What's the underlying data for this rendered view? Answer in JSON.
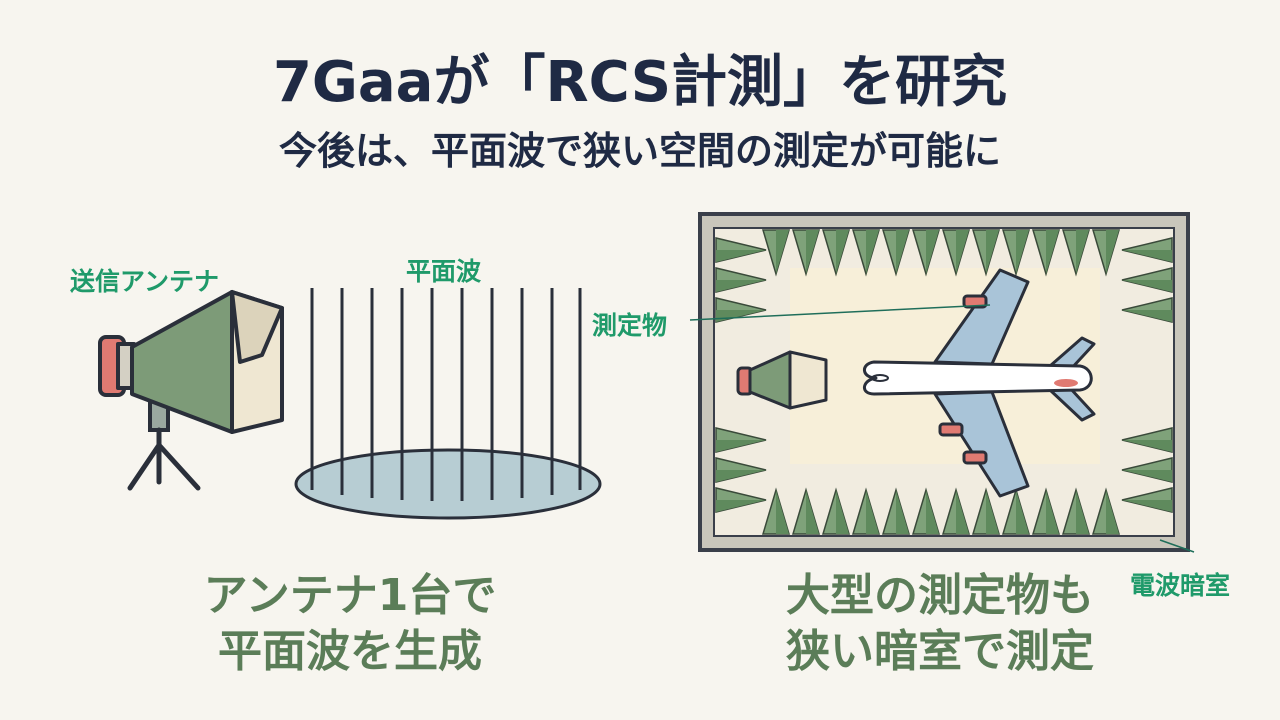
{
  "header": {
    "title": "7Gaaが「RCS計測」を研究",
    "subtitle": "今後は、平面波で狭い空間の測定が可能に"
  },
  "left_panel": {
    "antenna_label": "送信アンテナ",
    "wave_label": "平面波",
    "caption_line1": "アンテナ1台で",
    "caption_line2": "平面波を生成"
  },
  "right_panel": {
    "object_label": "測定物",
    "chamber_label": "電波暗室",
    "caption_line1": "大型の測定物も",
    "caption_line2": "狭い暗室で測定"
  },
  "colors": {
    "text_dark": "#1f2a44",
    "label_green": "#1f9a6a",
    "caption_green": "#5b7d58",
    "horn_green": "#7d9b78",
    "absorber_green": "#7fa27a",
    "accent_red": "#e07a72",
    "wing_blue": "#a9c4d8"
  }
}
